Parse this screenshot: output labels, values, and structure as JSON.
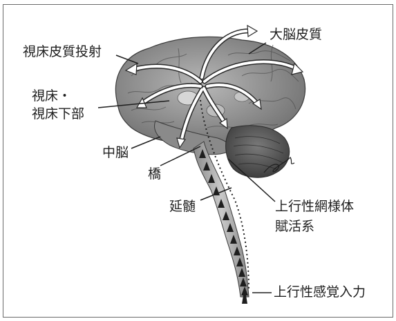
{
  "colors": {
    "ink": "#1e1e1e",
    "brain_fill": "#9a9a9a",
    "brain_dark": "#5a5a5a",
    "arrow_fill": "#ffffff",
    "frame": "#6a6a6a"
  },
  "labels": {
    "thalamocortical_projection": "視床皮質投射",
    "cerebral_cortex": "大脳皮質",
    "thalamus_line1": "視床・",
    "thalamus_line2": "視床下部",
    "midbrain": "中脳",
    "pons": "橋",
    "medulla": "延髄",
    "aras_line1": "上行性網様体",
    "aras_line2": "賦活系",
    "ascending_input": "上行性感覚入力"
  }
}
